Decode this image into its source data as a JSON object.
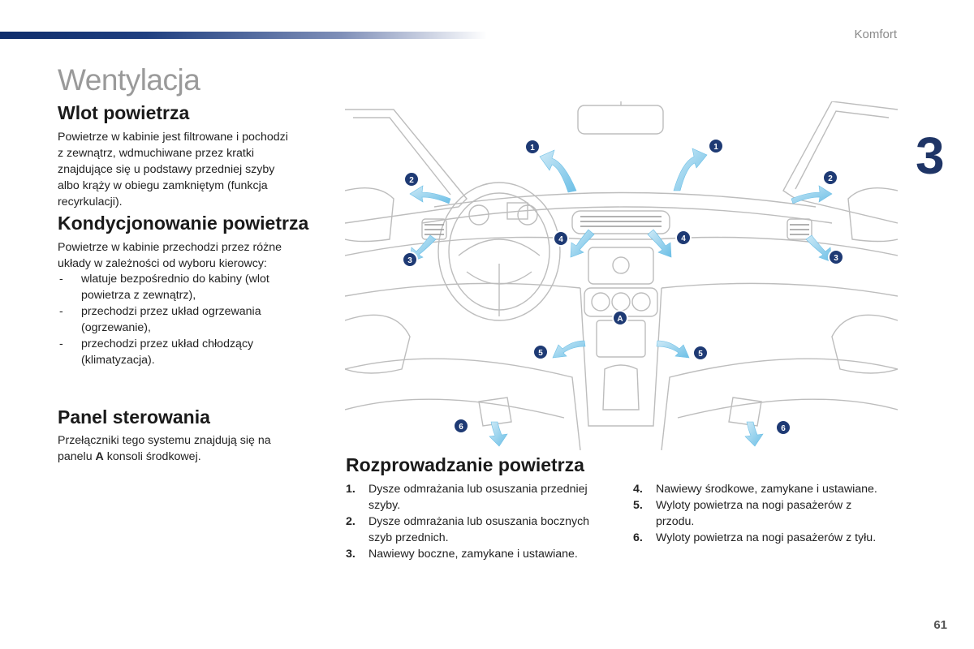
{
  "header": {
    "section": "Komfort",
    "chapter": "3"
  },
  "page_title": "Wentylacja",
  "air_intake": {
    "heading": "Wlot powietrza",
    "lines": [
      "Powietrze w kabinie jest filtrowane i pochodzi",
      "z zewnątrz, wdmuchiwane przez kratki",
      "znajdujące się u podstawy przedniej szyby",
      "albo krąży w obiegu zamkniętym (funkcja",
      "recyrkulacji)."
    ]
  },
  "air_conditioning": {
    "heading": "Kondycjonowanie powietrza",
    "intro_lines": [
      "Powietrze w kabinie przechodzi przez różne",
      "układy w zależności od wyboru kierowcy:"
    ],
    "items": [
      [
        "wlatuje bezpośrednio do kabiny (wlot",
        "powietrza z zewnątrz),"
      ],
      [
        "przechodzi przez układ ogrzewania",
        "(ogrzewanie),"
      ],
      [
        "przechodzi przez układ chłodzący",
        "(klimatyzacja)."
      ]
    ]
  },
  "control_panel": {
    "heading": "Panel sterowania",
    "line1": "Przełączniki tego systemu znajdują się na",
    "line2_before": "panelu ",
    "line2_bold": "A",
    "line2_after": " konsoli środkowej."
  },
  "diagram": {
    "console_label": "A",
    "markers": [
      "1",
      "1",
      "2",
      "2",
      "3",
      "3",
      "4",
      "4",
      "5",
      "5",
      "6",
      "6"
    ],
    "colors": {
      "arrow": "#8fd0ee",
      "marker": "#1e3a74",
      "line": "#bdbdbd"
    }
  },
  "distribution": {
    "heading": "Rozprowadzanie powietrza",
    "items": [
      {
        "num": "1.",
        "lines": [
          "Dysze odmrażania lub osuszania przedniej",
          "szyby."
        ]
      },
      {
        "num": "2.",
        "lines": [
          "Dysze odmrażania lub osuszania bocznych",
          "szyb przednich."
        ]
      },
      {
        "num": "3.",
        "lines": [
          "Nawiewy boczne, zamykane i ustawiane."
        ]
      },
      {
        "num": "4.",
        "lines": [
          "Nawiewy środkowe, zamykane i ustawiane."
        ]
      },
      {
        "num": "5.",
        "lines": [
          "Wyloty powietrza na nogi pasażerów z",
          "przodu."
        ]
      },
      {
        "num": "6.",
        "lines": [
          "Wyloty powietrza na nogi pasażerów z tyłu."
        ]
      }
    ]
  },
  "page_number": "61"
}
